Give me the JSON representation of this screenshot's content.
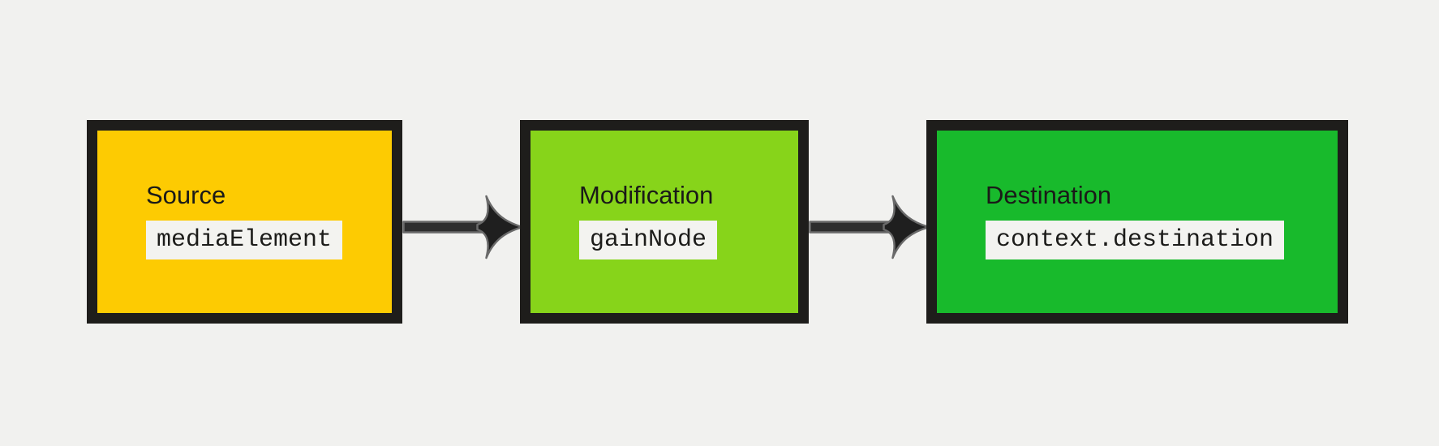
{
  "diagram": {
    "background_color": "#f1f1ef",
    "node_border_color": "#1e1d1b",
    "chip_background_color": "#f3f3f0",
    "arrow_shaft_color": "#2e2e2e",
    "arrow_head_color": "#1f1f1f",
    "arrow_outline_color": "#6a6a6a",
    "nodes": [
      {
        "title": "Source",
        "code": "mediaElement",
        "fill_color": "#fdcb02"
      },
      {
        "title": "Modification",
        "code": "gainNode",
        "fill_color": "#87d41a"
      },
      {
        "title": "Destination",
        "code": "context.destination",
        "fill_color": "#18ba2c"
      }
    ]
  }
}
